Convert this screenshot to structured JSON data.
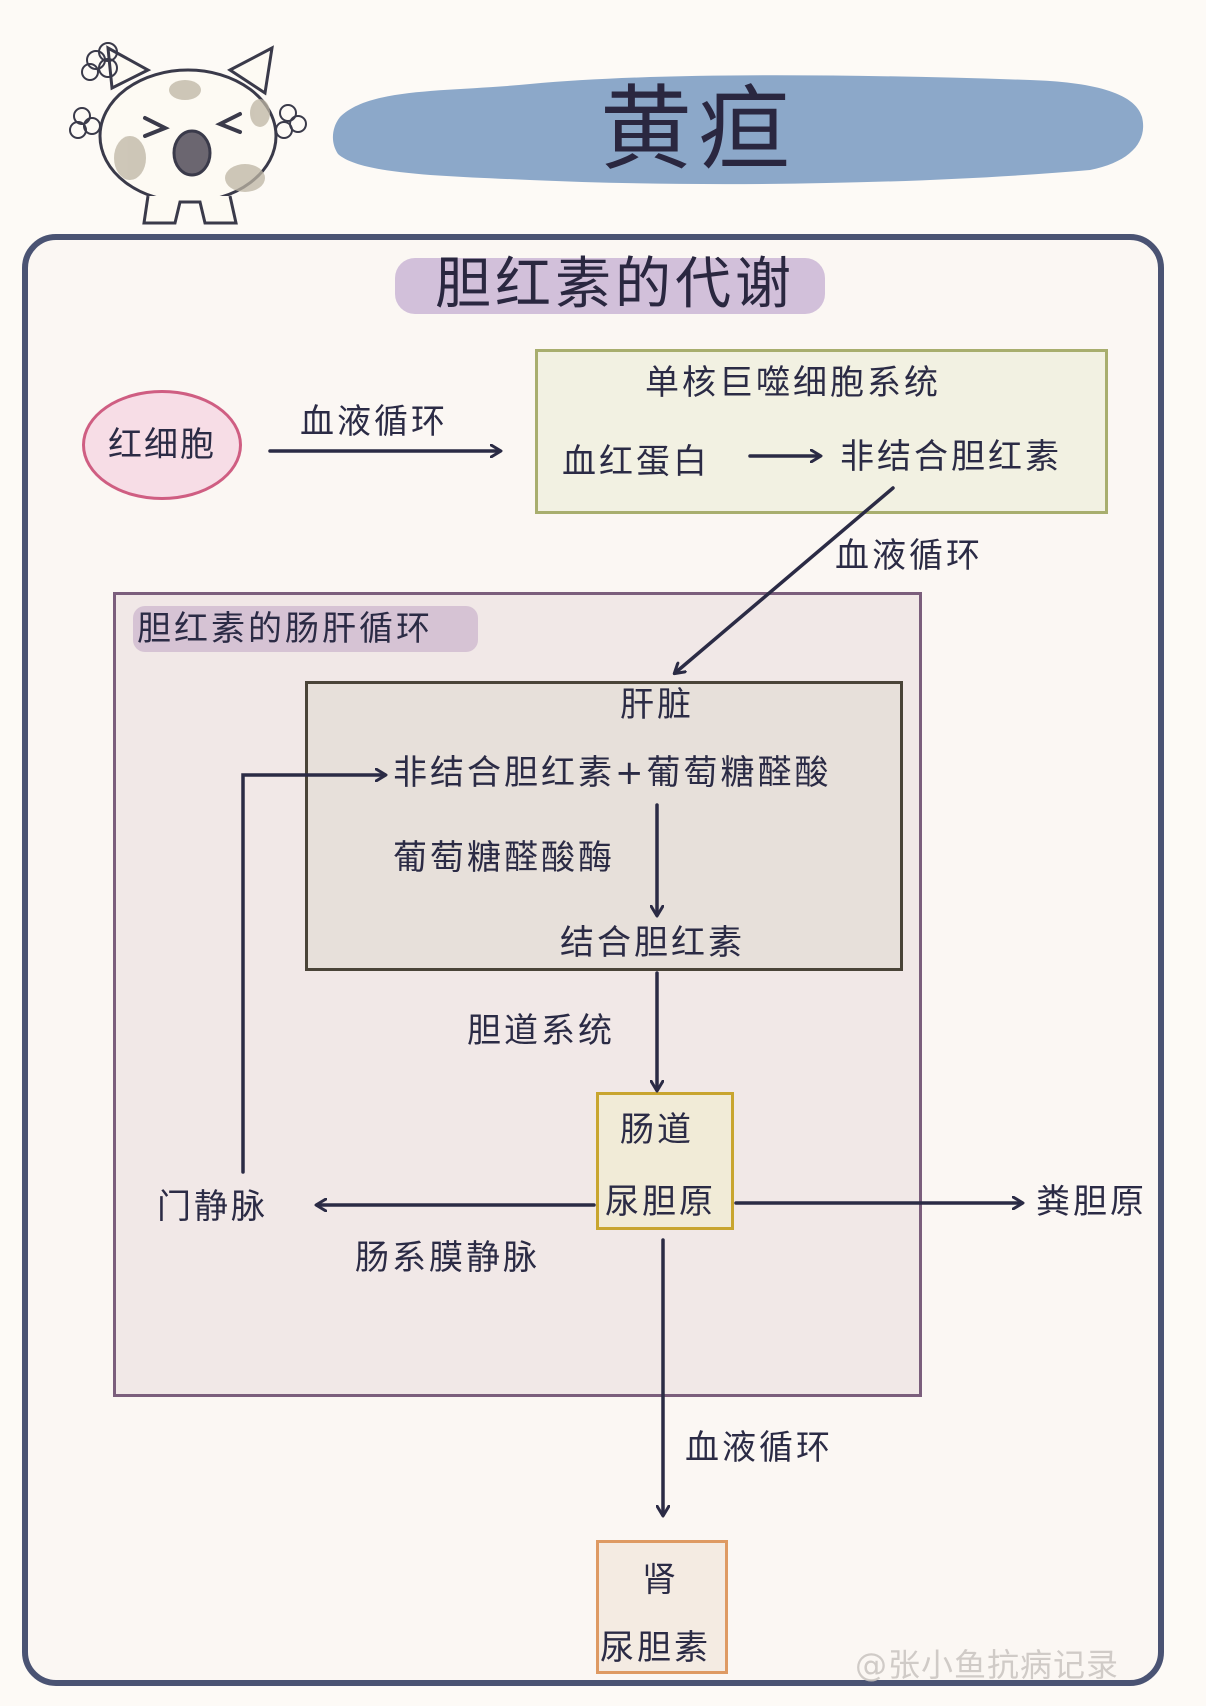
{
  "header": {
    "title": "黄疸"
  },
  "subtitle": "胆红素的代谢",
  "nodes": {
    "red_blood_cell": "红细胞",
    "mono_system": "单核巨噬细胞系统",
    "hemoglobin": "血红蛋白",
    "unconjugated": "非结合胆红素",
    "cycle_title": "胆红素的肠肝循环",
    "liver": "肝脏",
    "liver_input": "非结合胆红素+葡萄糖醛酸",
    "enzyme": "葡萄糖醛酸酶",
    "conjugated": "结合胆红素",
    "biliary": "胆道系统",
    "intestine": "肠道",
    "urobilinogen": "尿胆原",
    "portal_vein": "门静脉",
    "mesenteric_vein": "肠系膜静脉",
    "stercobilinogen": "粪胆原",
    "kidney": "肾",
    "urobilin": "尿胆素"
  },
  "edges": {
    "blood_1": "血液循环",
    "blood_2": "血液循环",
    "blood_3": "血液循环"
  },
  "watermark": "@张小鱼抗病记录",
  "colors": {
    "banner": "#7f9ec4",
    "card_border": "#4a5373",
    "subtitle_highlight": "#cdb9d7",
    "rbc_border": "#cf5e82",
    "rbc_fill": "#f7dde6",
    "mono_border": "#a8ae6e",
    "cycle_border": "#7b5e7c",
    "liver_border": "#4a4438",
    "intestine_border": "#c8a52f",
    "kidney_border": "#de9a63",
    "arrow": "#2b2b45"
  },
  "icons": [
    "cat-mascot-icon",
    "flower-icon"
  ]
}
